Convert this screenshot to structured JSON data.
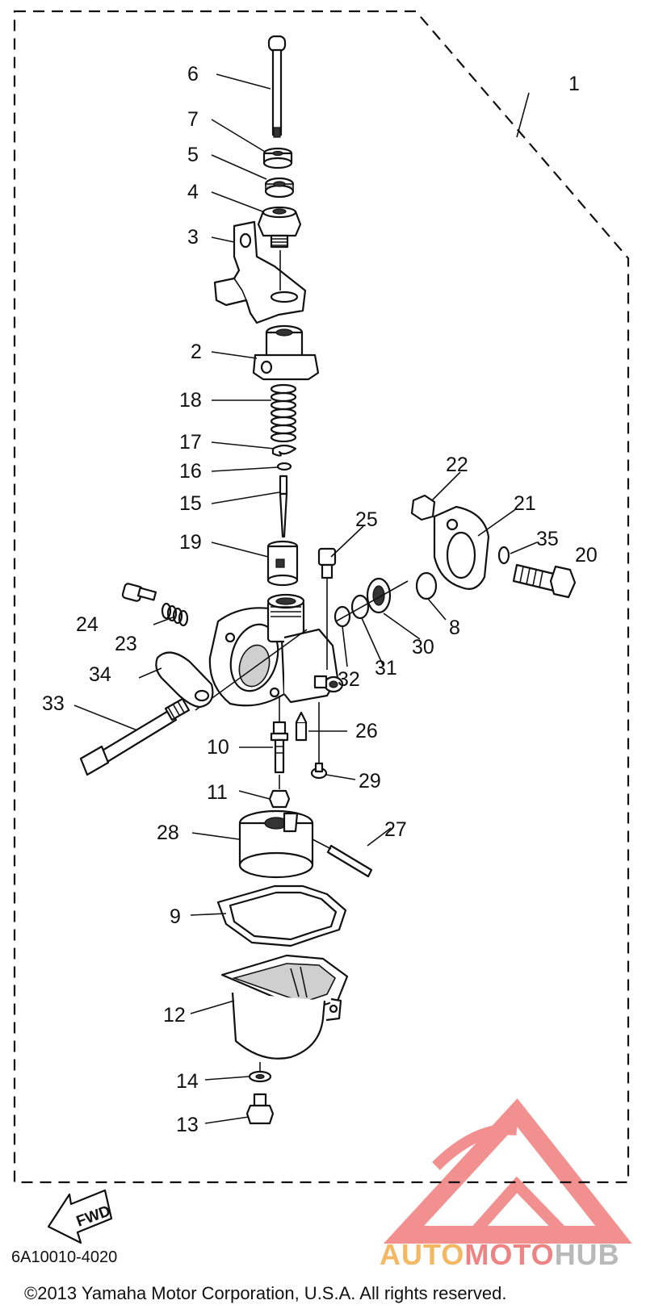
{
  "diagram": {
    "code": "6A10010-4020",
    "copyright": "©2013 Yamaha Motor Corporation, U.S.A. All rights reserved.",
    "forward_label": "FWD",
    "watermark": {
      "part1": "AUTO",
      "part2": "MOTO",
      "part3": "HUB"
    },
    "colors": {
      "lines": "#111111",
      "watermark_red": "#ee6b6b",
      "watermark_orange": "#f5b862",
      "watermark_gray": "#b9b9b9"
    },
    "callouts": {
      "c1": "1",
      "c2": "2",
      "c3": "3",
      "c4": "4",
      "c5": "5",
      "c6": "6",
      "c7": "7",
      "c8": "8",
      "c9": "9",
      "c10": "10",
      "c11": "11",
      "c12": "12",
      "c13": "13",
      "c14": "14",
      "c15": "15",
      "c16": "16",
      "c17": "17",
      "c18": "18",
      "c19": "19",
      "c20": "20",
      "c21": "21",
      "c22": "22",
      "c23": "23",
      "c24": "24",
      "c25": "25",
      "c26": "26",
      "c27": "27",
      "c28": "28",
      "c29": "29",
      "c30": "30",
      "c31": "31",
      "c32": "32",
      "c33": "33",
      "c34": "34",
      "c35": "35"
    }
  }
}
